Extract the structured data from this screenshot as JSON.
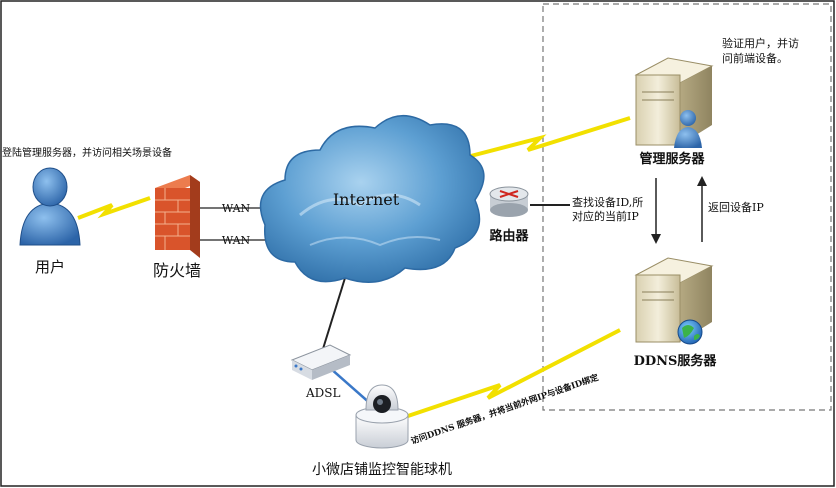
{
  "nodes": {
    "user": {
      "label": "用户",
      "note": "登陆管理服务器，并访问相关场景设备"
    },
    "firewall": {
      "label": "防火墙",
      "wan1": "WAN",
      "wan2": "WAN"
    },
    "internet": {
      "label": "Internet"
    },
    "router": {
      "label": "路由器"
    },
    "mgmt_server": {
      "label": "管理服务器",
      "note_line1": "验证用户，并访",
      "note_line2": "问前端设备。"
    },
    "ddns_server": {
      "label": "DDNS服务器"
    },
    "adsl": {
      "label": "ADSL"
    },
    "camera": {
      "label": "小微店铺监控智能球机"
    }
  },
  "links": {
    "query_line1": "查找设备ID,所",
    "query_line2": "对应的当前IP",
    "return": "返回设备IP",
    "camera_ddns": "访问DDNS 服务器，并将当前外网IP与设备ID绑定"
  },
  "colors": {
    "cloud": "#4f93c9",
    "bolt": "#f2e000",
    "server_body": "#ece4c8",
    "user_blue": "#3f7fc4",
    "firewall": "#d9542b"
  }
}
